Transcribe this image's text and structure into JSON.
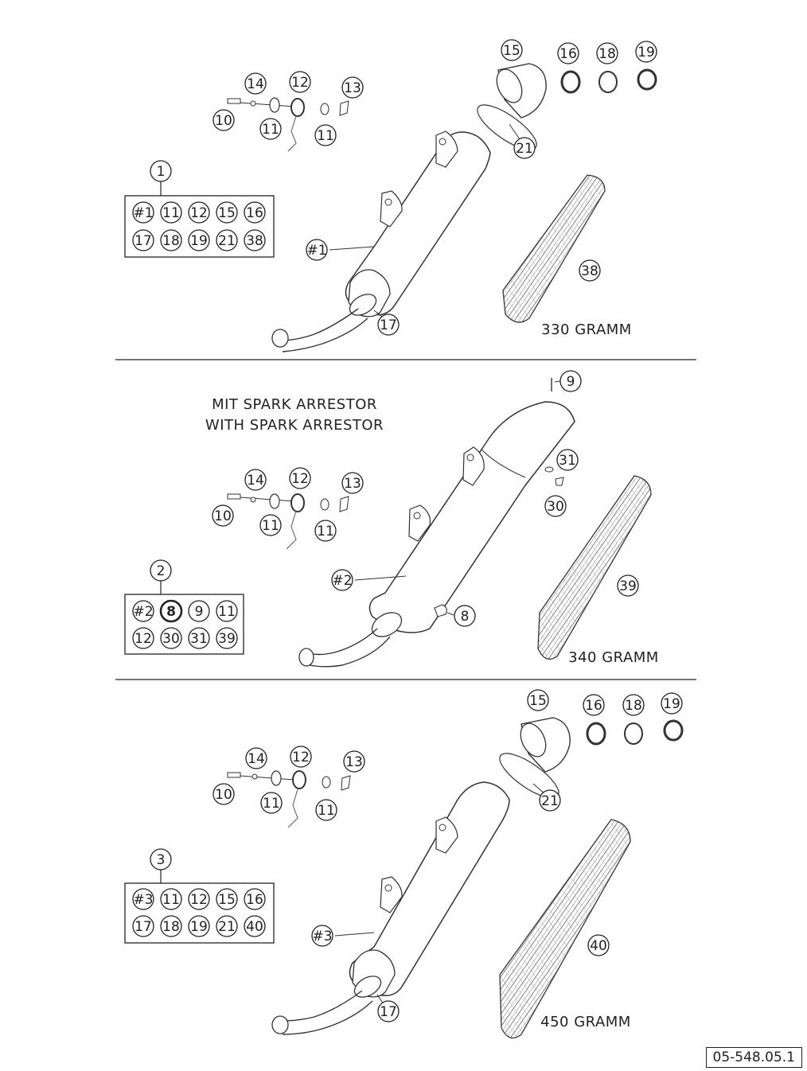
{
  "sections": [
    {
      "kit": {
        "label": "1",
        "items": [
          "#1",
          "11",
          "12",
          "15",
          "16",
          "17",
          "18",
          "19",
          "21",
          "38"
        ]
      },
      "callouts": {
        "c15": "15",
        "c16": "16",
        "c18": "18",
        "c19": "19",
        "c21": "21",
        "c14": "14",
        "c12": "12",
        "c13": "13",
        "c10": "10",
        "c11a": "11",
        "c11b": "11",
        "main": "#1",
        "c17": "17",
        "insert": "38"
      },
      "weight": "330 GRAMM"
    },
    {
      "caption_de": "MIT SPARK ARRESTOR",
      "caption_en": "WITH SPARK ARRESTOR",
      "kit": {
        "label": "2",
        "items": [
          "#2",
          "8",
          "9",
          "11",
          "12",
          "30",
          "31",
          "39"
        ]
      },
      "callouts": {
        "c9": "9",
        "c31": "31",
        "c30": "30",
        "c14": "14",
        "c12": "12",
        "c13": "13",
        "c10": "10",
        "c11a": "11",
        "c11b": "11",
        "main": "#2",
        "c8": "8",
        "insert": "39"
      },
      "weight": "340 GRAMM"
    },
    {
      "kit": {
        "label": "3",
        "items": [
          "#3",
          "11",
          "12",
          "15",
          "16",
          "17",
          "18",
          "19",
          "21",
          "40"
        ]
      },
      "callouts": {
        "c15": "15",
        "c16": "16",
        "c18": "18",
        "c19": "19",
        "c21": "21",
        "c14": "14",
        "c12": "12",
        "c13": "13",
        "c10": "10",
        "c11a": "11",
        "c11b": "11",
        "main": "#3",
        "c17": "17",
        "insert": "40"
      },
      "weight": "450 GRAMM"
    }
  ],
  "reference": "05-548.05.1"
}
